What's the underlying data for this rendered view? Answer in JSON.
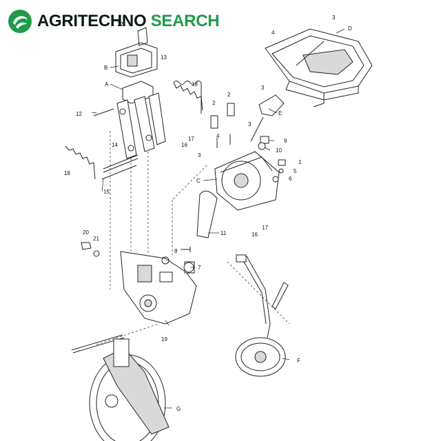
{
  "header": {
    "brand_main": "AGRITECHNO",
    "brand_accent": " SEARCH",
    "logo_icon": "agritechno-swirl-icon",
    "brand_color": "#1f9a4a"
  },
  "callouts": {
    "A": "A",
    "B": "B",
    "C": "C",
    "D": "D",
    "E": "E",
    "F": "F",
    "G": "G",
    "n1": "1",
    "n2a": "2",
    "n2b": "2",
    "n3a": "3",
    "n3b": "3",
    "n3c": "3",
    "n3d": "3",
    "n4a": "4",
    "n4b": "4",
    "n5": "5",
    "n6": "6",
    "n7": "7",
    "n8": "8",
    "n9": "9",
    "n10": "10",
    "n11": "11",
    "n12": "12",
    "n13": "13",
    "n14": "14",
    "n15": "15",
    "n16a": "16",
    "n16b": "16",
    "n17a": "17",
    "n17b": "17",
    "n18a": "18",
    "n18b": "18",
    "n19": "19",
    "n20": "20",
    "n21": "21",
    "n22": "22"
  }
}
